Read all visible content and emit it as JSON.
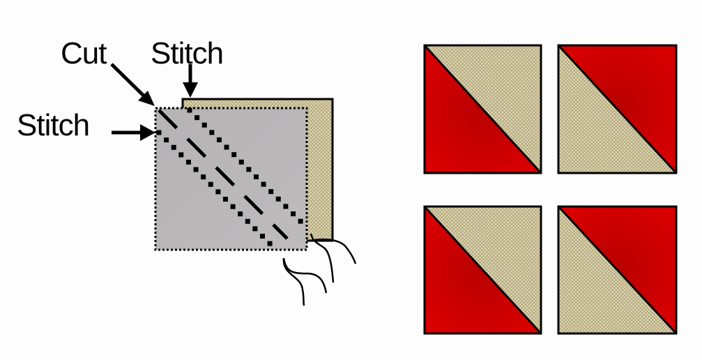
{
  "labels": {
    "cut": "Cut",
    "stitch_top": "Stitch",
    "stitch_left": "Stitch"
  },
  "colors": {
    "background": "#fdfdfd",
    "gray_fabric": "#b9b7b8",
    "tan_fabric": "#c8bd94",
    "red_fabric": "#c80000",
    "red_dark": "#b00000",
    "outline": "#000000"
  },
  "result_blocks": [
    {
      "position": "top-left",
      "red_half": "bottom-left",
      "tan_half": "top-right"
    },
    {
      "position": "top-right",
      "red_half": "top-right",
      "tan_half": "bottom-left"
    },
    {
      "position": "bottom-left",
      "red_half": "bottom-left",
      "tan_half": "top-right"
    },
    {
      "position": "bottom-right",
      "red_half": "top-right",
      "tan_half": "bottom-left"
    }
  ]
}
